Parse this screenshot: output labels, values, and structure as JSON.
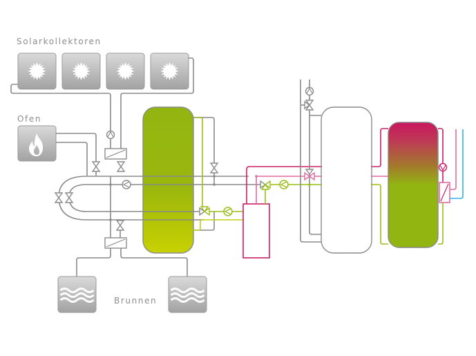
{
  "diagram": {
    "title": "Heizungsschema",
    "labels": {
      "solar": "Solarkollektoren",
      "ofen": "Ofen",
      "brunnen": "Brunnen"
    },
    "components": {
      "solar_collectors": {
        "count": 4,
        "icon": "sun-icon"
      },
      "stove": {
        "icon": "flame-icon"
      },
      "wells": {
        "count": 2,
        "icon": "water-waves-icon"
      },
      "buffer_tank": {
        "fill": "green-to-yellow"
      },
      "heat_pump_unit": {
        "outline": "magenta"
      },
      "boiler_tank": {
        "fill": "none"
      },
      "hot_water_tank": {
        "fill": "magenta-to-green"
      }
    },
    "colors": {
      "pipe_grey": "#8a8a8a",
      "pipe_green": "#9bbd17",
      "pipe_yellow": "#c3cf10",
      "pipe_magenta": "#cc1d63",
      "pipe_pink": "#e06aa0",
      "pipe_blue": "#2fb4e6",
      "box_grey_top": "#d9d9d9",
      "box_grey_bottom": "#a3a3a3",
      "tank_green": "#93b511",
      "tank_yellow": "#c5cf00",
      "tank_magenta": "#c9175e"
    }
  }
}
